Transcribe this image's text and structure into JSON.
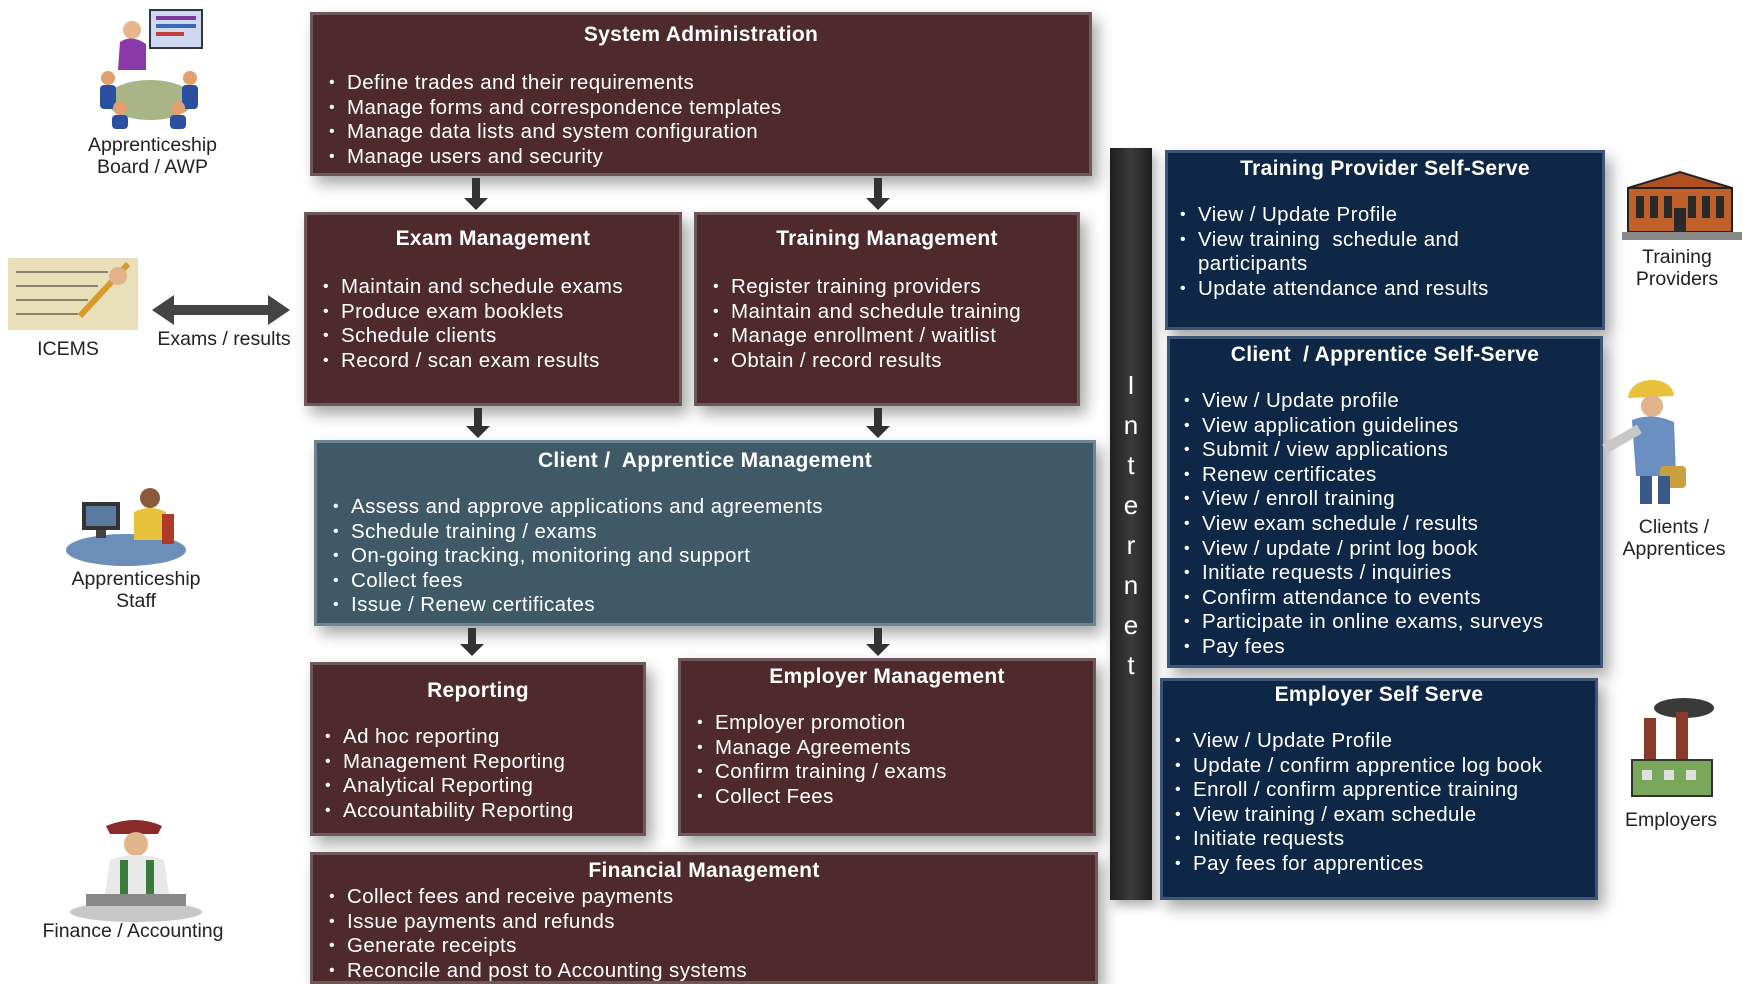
{
  "sys_admin": {
    "title": "System Administration",
    "items": [
      "Define trades and their requirements",
      "Manage forms and correspondence templates",
      "Manage data lists and system configuration",
      "Manage users and security"
    ]
  },
  "exam_mgmt": {
    "title": "Exam Management",
    "items": [
      "Maintain and schedule exams",
      "Produce exam booklets",
      "Schedule clients",
      "Record / scan exam results"
    ]
  },
  "training_mgmt": {
    "title": "Training Management",
    "items": [
      "Register training providers",
      "Maintain and schedule training",
      "Manage enrollment  / waitlist",
      "Obtain / record  results"
    ]
  },
  "client_mgmt": {
    "title": "Client /  Apprentice Management",
    "items": [
      "Assess and approve  applications and agreements",
      "Schedule training / exams",
      "On-going tracking, monitoring and support",
      "Collect fees",
      "Issue / Renew certificates"
    ]
  },
  "reporting": {
    "title": "Reporting",
    "items": [
      "Ad hoc reporting",
      "Management Reporting",
      "Analytical Reporting",
      "Accountability Reporting"
    ]
  },
  "employer_mgmt": {
    "title": "Employer Management",
    "items": [
      "Employer promotion",
      "Manage Agreements",
      "Confirm training / exams",
      "Collect Fees"
    ]
  },
  "financial_mgmt": {
    "title": "Financial Management",
    "items": [
      "Collect fees and receive  payments",
      "Issue payments and refunds",
      "Generate receipts",
      "Reconcile and post to Accounting systems"
    ]
  },
  "tp_self_serve": {
    "title": "Training Provider Self-Serve",
    "items": [
      "View / Update Profile",
      "View training  schedule and\nparticipants",
      "Update attendance and results"
    ]
  },
  "client_self_serve": {
    "title": "Client  / Apprentice Self-Serve",
    "items": [
      "View / Update profile",
      "View application guidelines",
      "Submit / view  applications",
      "Renew certificates",
      "View / enroll training",
      "View exam schedule / results",
      "View / update / print log book",
      "Initiate requests / inquiries",
      "Confirm  attendance to events",
      "Participate in online exams, surveys",
      "Pay fees"
    ]
  },
  "employer_self_serve": {
    "title": "Employer Self Serve",
    "items": [
      "View / Update Profile",
      "Update / confirm apprentice log book",
      "Enroll / confirm apprentice training",
      "View training  / exam schedule",
      "Initiate requests",
      "Pay fees for apprentices"
    ]
  },
  "internet": {
    "letters": [
      "I",
      "n",
      "t",
      "e",
      "r",
      "n",
      "e",
      "t"
    ]
  },
  "actors": {
    "board": "Apprenticeship\nBoard / AWP",
    "icems": "ICEMS",
    "exams_results": "Exams / results",
    "staff": "Apprenticeship\nStaff",
    "finance": "Finance / Accounting",
    "training_providers": "Training\nProviders",
    "clients": "Clients /\nApprentices",
    "employers": "Employers"
  },
  "colors": {
    "maroon": "#4e2a2c",
    "teal": "#3f5966",
    "navy": "#0f2747"
  },
  "icons": [
    "meeting-icon",
    "exam-sheet-icon",
    "staff-computer-icon",
    "accountant-icon",
    "building-icon",
    "worker-icon",
    "factory-icon"
  ]
}
